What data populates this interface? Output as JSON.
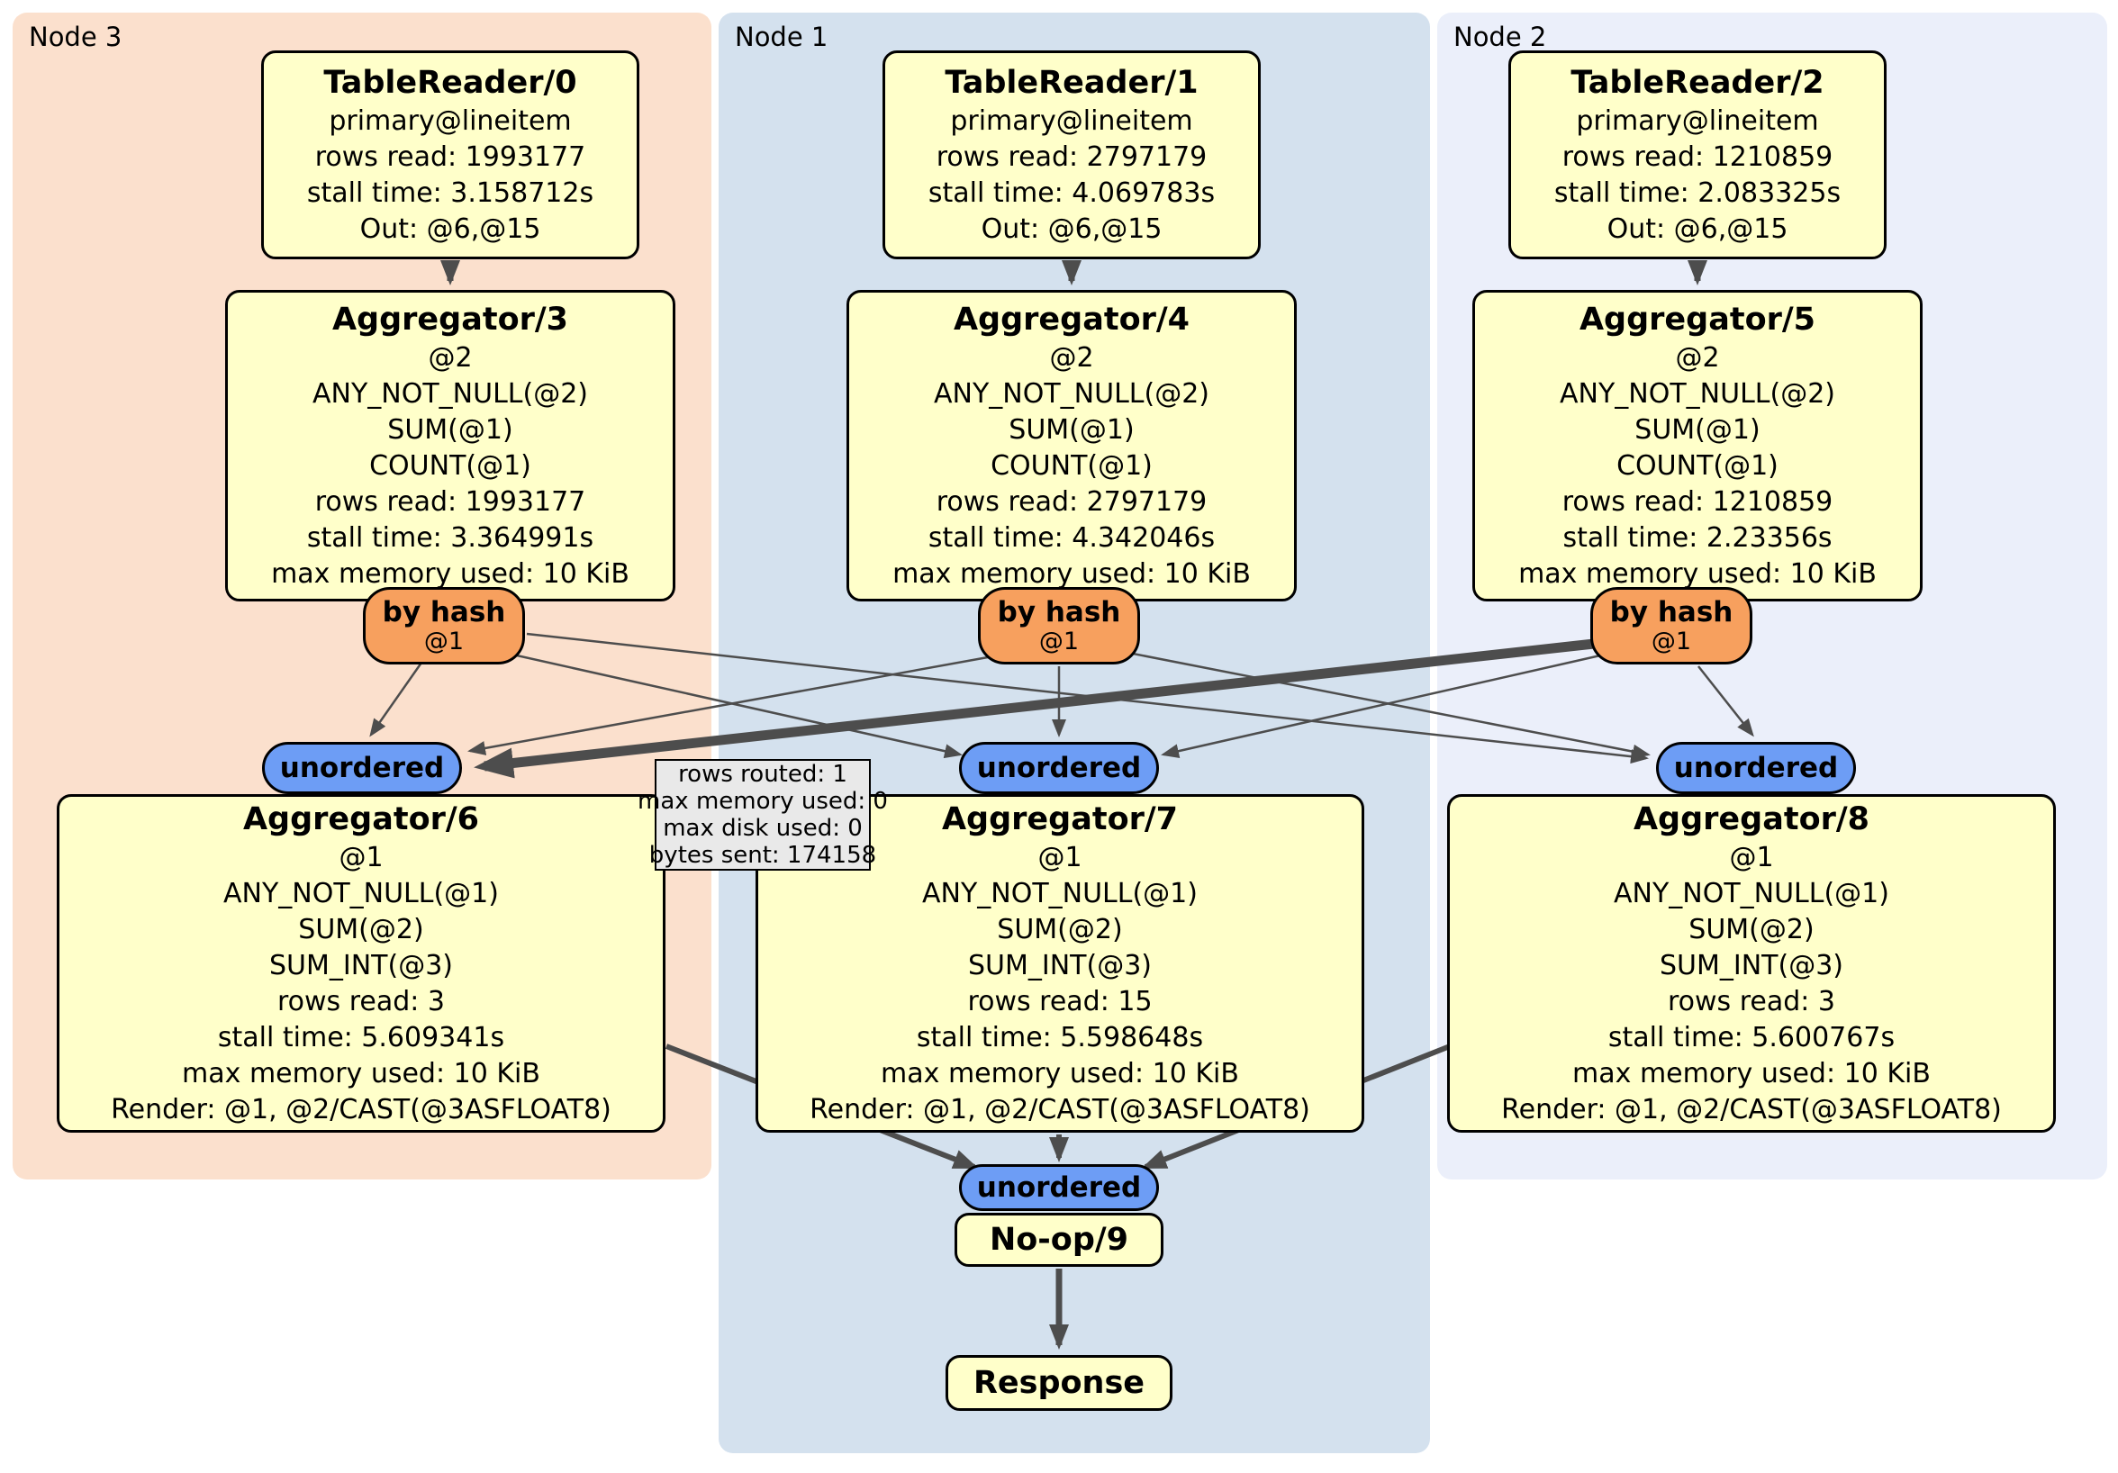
{
  "panels": {
    "node3": {
      "label": "Node 3"
    },
    "node1": {
      "label": "Node 1"
    },
    "node2": {
      "label": "Node 2"
    }
  },
  "processors": {
    "tr0": {
      "title": "TableReader/0",
      "lines": [
        "primary@lineitem",
        "rows read: 1993177",
        "stall time: 3.158712s",
        "Out: @6,@15"
      ]
    },
    "tr1": {
      "title": "TableReader/1",
      "lines": [
        "primary@lineitem",
        "rows read: 2797179",
        "stall time: 4.069783s",
        "Out: @6,@15"
      ]
    },
    "tr2": {
      "title": "TableReader/2",
      "lines": [
        "primary@lineitem",
        "rows read: 1210859",
        "stall time: 2.083325s",
        "Out: @6,@15"
      ]
    },
    "agg3": {
      "title": "Aggregator/3",
      "lines": [
        "@2",
        "ANY_NOT_NULL(@2)",
        "SUM(@1)",
        "COUNT(@1)",
        "rows read: 1993177",
        "stall time: 3.364991s",
        "max memory used: 10 KiB"
      ]
    },
    "agg4": {
      "title": "Aggregator/4",
      "lines": [
        "@2",
        "ANY_NOT_NULL(@2)",
        "SUM(@1)",
        "COUNT(@1)",
        "rows read: 2797179",
        "stall time: 4.342046s",
        "max memory used: 10 KiB"
      ]
    },
    "agg5": {
      "title": "Aggregator/5",
      "lines": [
        "@2",
        "ANY_NOT_NULL(@2)",
        "SUM(@1)",
        "COUNT(@1)",
        "rows read: 1210859",
        "stall time: 2.23356s",
        "max memory used: 10 KiB"
      ]
    },
    "agg6": {
      "title": "Aggregator/6",
      "lines": [
        "@1",
        "ANY_NOT_NULL(@1)",
        "SUM(@2)",
        "SUM_INT(@3)",
        "rows read: 3",
        "stall time: 5.609341s",
        "max memory used: 10 KiB",
        "Render: @1, @2/CAST(@3ASFLOAT8)"
      ]
    },
    "agg7": {
      "title": "Aggregator/7",
      "lines": [
        "@1",
        "ANY_NOT_NULL(@1)",
        "SUM(@2)",
        "SUM_INT(@3)",
        "rows read: 15",
        "stall time: 5.598648s",
        "max memory used: 10 KiB",
        "Render: @1, @2/CAST(@3ASFLOAT8)"
      ]
    },
    "agg8": {
      "title": "Aggregator/8",
      "lines": [
        "@1",
        "ANY_NOT_NULL(@1)",
        "SUM(@2)",
        "SUM_INT(@3)",
        "rows read: 3",
        "stall time: 5.600767s",
        "max memory used: 10 KiB",
        "Render: @1, @2/CAST(@3ASFLOAT8)"
      ]
    },
    "noop": {
      "title": "No-op/9"
    },
    "response": {
      "title": "Response"
    }
  },
  "routers": {
    "hash3": {
      "label": "by hash",
      "sub": "@1"
    },
    "hash1": {
      "label": "by hash",
      "sub": "@1"
    },
    "hash2": {
      "label": "by hash",
      "sub": "@1"
    }
  },
  "streams": {
    "unordered3": {
      "label": "unordered"
    },
    "unordered1": {
      "label": "unordered"
    },
    "unordered2": {
      "label": "unordered"
    },
    "unordered_final": {
      "label": "unordered"
    }
  },
  "tooltip": {
    "lines": [
      "rows routed: 1",
      "max memory used: 0",
      "max disk used: 0",
      "bytes sent: 174158"
    ]
  },
  "colors": {
    "panel_node3_bg": "#fbe0cd",
    "panel_node1_bg": "#d4e1ee",
    "panel_node2_bg": "#ebeffa",
    "processor_bg": "#ffffca",
    "router_bg": "#f7a05e",
    "stream_bg": "#6d9df5",
    "tooltip_bg": "#e9e9e9",
    "edge": "#4d4d4d",
    "border": "#000000"
  }
}
